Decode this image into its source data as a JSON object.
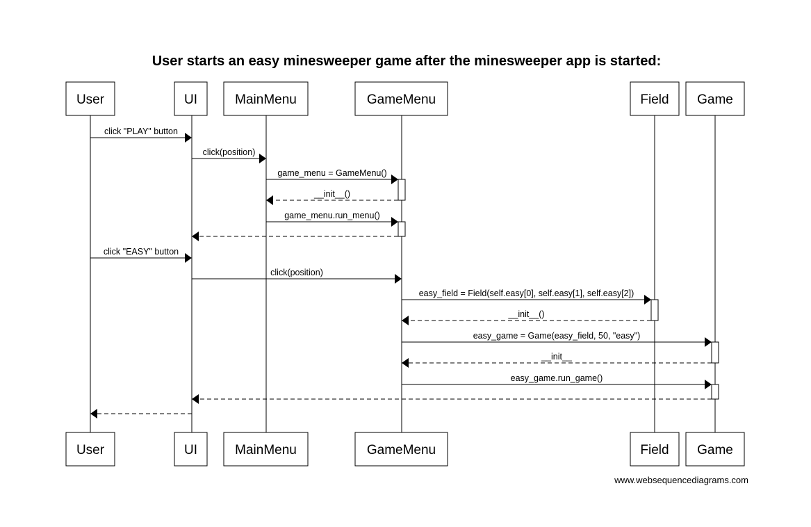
{
  "title": "User starts an easy minesweeper game after the minesweeper app is started:",
  "watermark": "www.websequencediagrams.com",
  "participants": [
    "User",
    "UI",
    "MainMenu",
    "GameMenu",
    "Field",
    "Game"
  ],
  "messages": [
    {
      "from": "User",
      "to": "UI",
      "label": "click \"PLAY\" button",
      "dashed": false
    },
    {
      "from": "UI",
      "to": "MainMenu",
      "label": "click(position)",
      "dashed": false
    },
    {
      "from": "MainMenu",
      "to": "GameMenu",
      "label": "game_menu = GameMenu()",
      "dashed": false
    },
    {
      "from": "GameMenu",
      "to": "MainMenu",
      "label": "__init__()",
      "dashed": true
    },
    {
      "from": "MainMenu",
      "to": "GameMenu",
      "label": "game_menu.run_menu()",
      "dashed": false
    },
    {
      "from": "GameMenu",
      "to": "UI",
      "label": "",
      "dashed": true
    },
    {
      "from": "User",
      "to": "UI",
      "label": "click \"EASY\" button",
      "dashed": false
    },
    {
      "from": "UI",
      "to": "GameMenu",
      "label": "click(position)",
      "dashed": false
    },
    {
      "from": "GameMenu",
      "to": "Field",
      "label": "easy_field = Field(self.easy[0], self.easy[1], self.easy[2])",
      "dashed": false
    },
    {
      "from": "Field",
      "to": "GameMenu",
      "label": "__init__()",
      "dashed": true
    },
    {
      "from": "GameMenu",
      "to": "Game",
      "label": "easy_game = Game(easy_field, 50, \"easy\")",
      "dashed": false
    },
    {
      "from": "Game",
      "to": "GameMenu",
      "label": "__init__",
      "dashed": true
    },
    {
      "from": "GameMenu",
      "to": "Game",
      "label": "easy_game.run_game()",
      "dashed": false
    },
    {
      "from": "Game",
      "to": "UI",
      "label": "",
      "dashed": true
    },
    {
      "from": "UI",
      "to": "User",
      "label": "",
      "dashed": true
    }
  ]
}
